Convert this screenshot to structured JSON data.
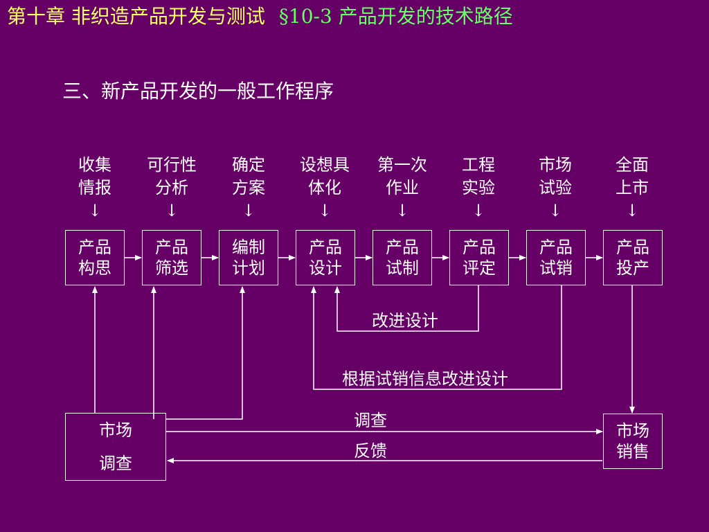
{
  "header": {
    "chapter": "第十章  非织造产品开发与测试",
    "section": "§10-3  产品开发的技术路径"
  },
  "subtitle": "三、新产品开发的一般工作程序",
  "arrow_glyph": "↓",
  "stages": [
    {
      "top": "收集",
      "bottom": "情报"
    },
    {
      "top": "可行性",
      "bottom": "分析"
    },
    {
      "top": "确定",
      "bottom": "方案"
    },
    {
      "top": "设想具",
      "bottom": "体化"
    },
    {
      "top": "第一次",
      "bottom": "作业"
    },
    {
      "top": "工程",
      "bottom": "实验"
    },
    {
      "top": "市场",
      "bottom": "试验"
    },
    {
      "top": "全面",
      "bottom": "上市"
    }
  ],
  "steps": [
    {
      "top": "产品",
      "bottom": "构思"
    },
    {
      "top": "产品",
      "bottom": "筛选"
    },
    {
      "top": "编制",
      "bottom": "计划"
    },
    {
      "top": "产品",
      "bottom": "设计"
    },
    {
      "top": "产品",
      "bottom": "试制"
    },
    {
      "top": "产品",
      "bottom": "评定"
    },
    {
      "top": "产品",
      "bottom": "试销"
    },
    {
      "top": "产品",
      "bottom": "投产"
    }
  ],
  "feedback": {
    "improve_design": "改进设计",
    "improve_from_trial": "根据试销信息改进设计",
    "survey": "调查",
    "response": "反馈"
  },
  "market_survey": {
    "top": "市场",
    "bottom": "调查"
  },
  "market_sales": {
    "top": "市场",
    "bottom": "销售"
  },
  "colors": {
    "background": "#660066",
    "chapter": "#ffff66",
    "section": "#66ff66",
    "text": "#ffffff"
  }
}
